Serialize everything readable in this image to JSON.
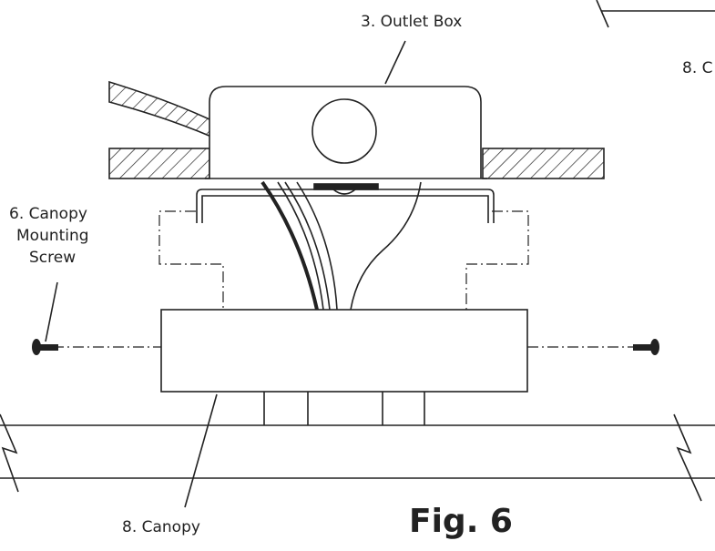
{
  "labels": {
    "outlet_box": "3. Outlet Box",
    "canopy_top_right": "8. C",
    "mounting_screw_l1": "6. Canopy",
    "mounting_screw_l2": "Mounting",
    "mounting_screw_l3": "Screw",
    "canopy_bottom": "8. Canopy"
  },
  "figure_title": "Fig. 6",
  "colors": {
    "line": "#222222",
    "background": "#ffffff"
  }
}
